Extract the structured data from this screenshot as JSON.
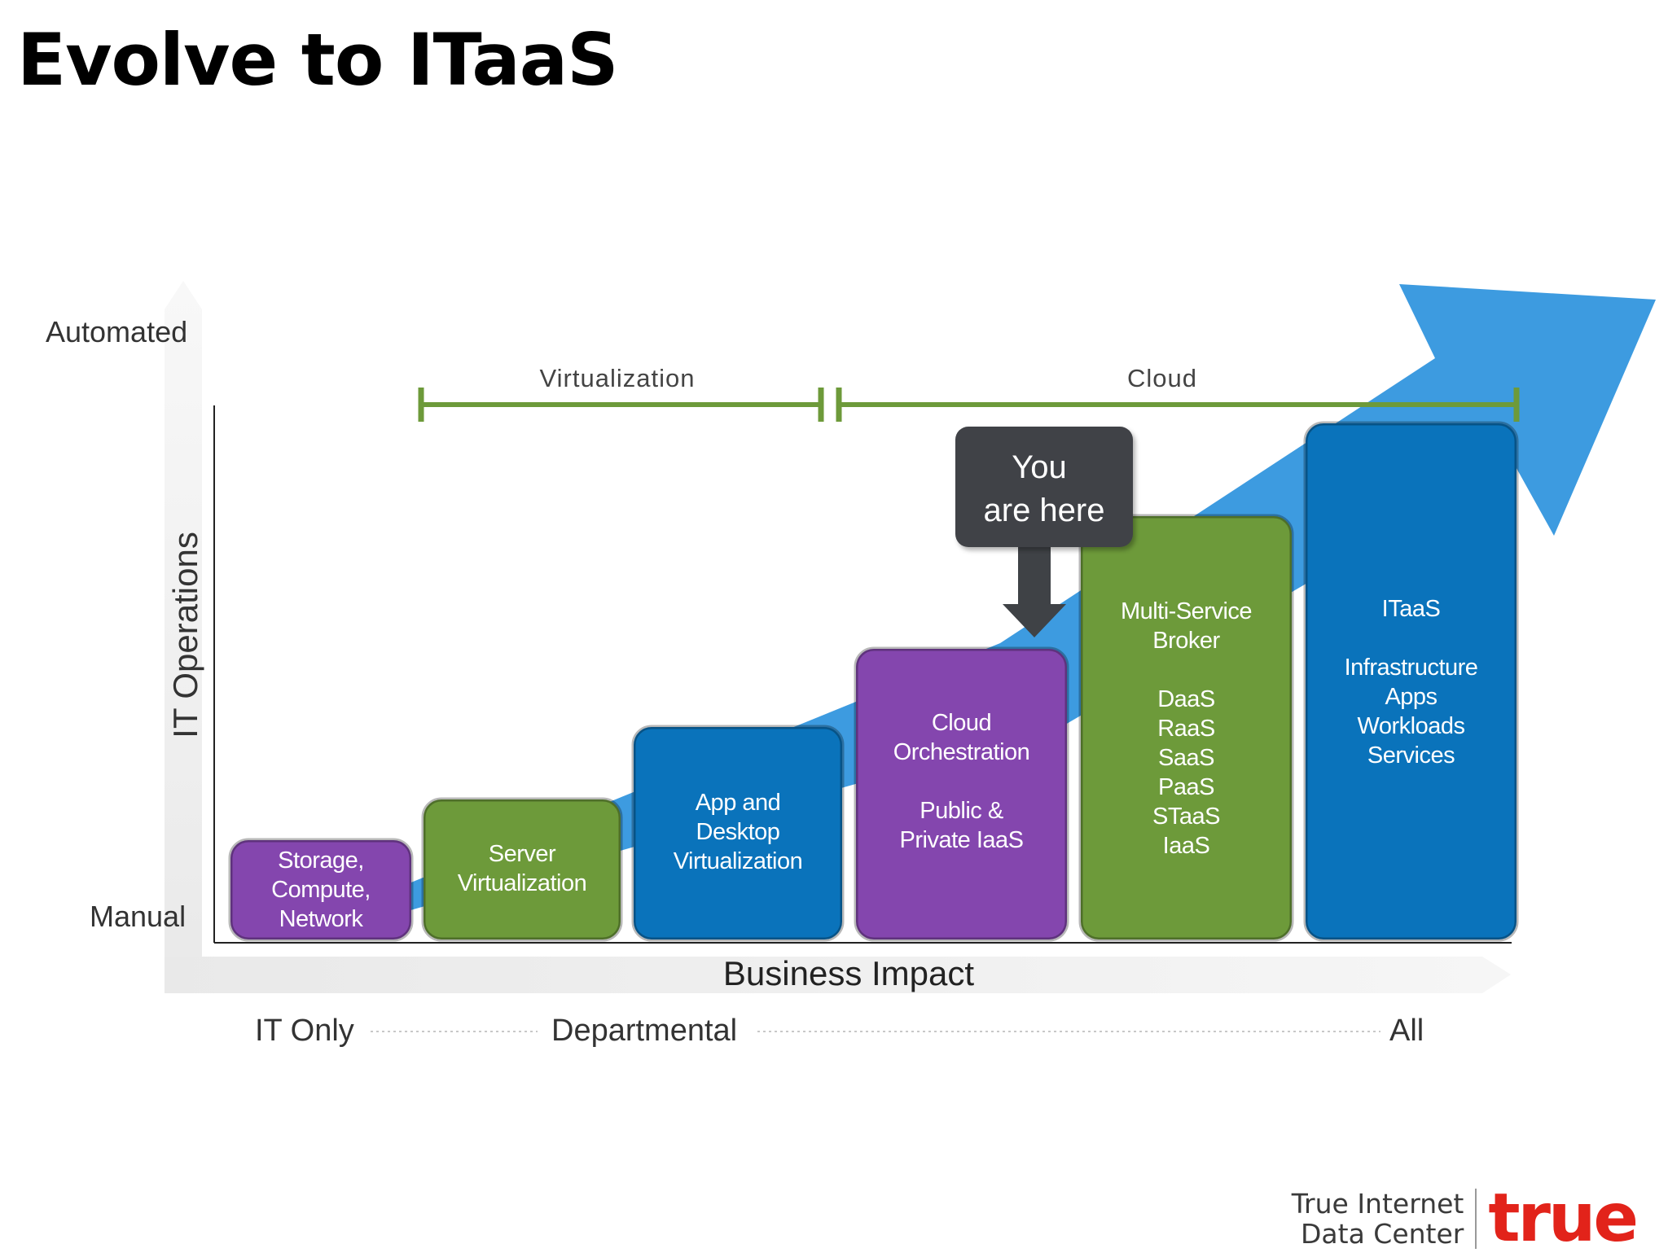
{
  "slide": {
    "title": "Evolve to ITaaS"
  },
  "axes": {
    "y_label": "IT Operations",
    "y_top": "Automated",
    "y_bottom": "Manual",
    "x_label": "Business Impact",
    "x_ticks": [
      "IT Only",
      "Departmental",
      "All"
    ]
  },
  "phases": [
    {
      "label": "Virtualization"
    },
    {
      "label": "Cloud"
    }
  ],
  "callout": {
    "lines": [
      "You",
      "are here"
    ]
  },
  "steps": [
    {
      "lines": [
        "Storage,",
        "Compute,",
        "Network"
      ],
      "color": "#8446ae"
    },
    {
      "lines": [
        "Server",
        "Virtualization"
      ],
      "color": "#6d9a3a"
    },
    {
      "lines": [
        "App and",
        "Desktop",
        "Virtualization"
      ],
      "color": "#0a73bb"
    },
    {
      "lines": [
        "Cloud",
        "Orchestration",
        "",
        "Public &",
        "Private IaaS"
      ],
      "color": "#8446ae"
    },
    {
      "lines": [
        "Multi-Service",
        "Broker",
        "",
        "DaaS",
        "RaaS",
        "SaaS",
        "PaaS",
        "STaaS",
        "IaaS"
      ],
      "color": "#6d9a3a"
    },
    {
      "lines": [
        "ITaaS",
        "",
        "Infrastructure",
        "Apps",
        "Workloads",
        "Services"
      ],
      "color": "#0a73bb"
    }
  ],
  "colors": {
    "trend_arrow": "#3d9be0",
    "phase_bar": "#6d9a3a",
    "callout_bg": "#3f4246"
  },
  "brand": {
    "line1": "True Internet",
    "line2": "Data Center",
    "logo": "true"
  }
}
